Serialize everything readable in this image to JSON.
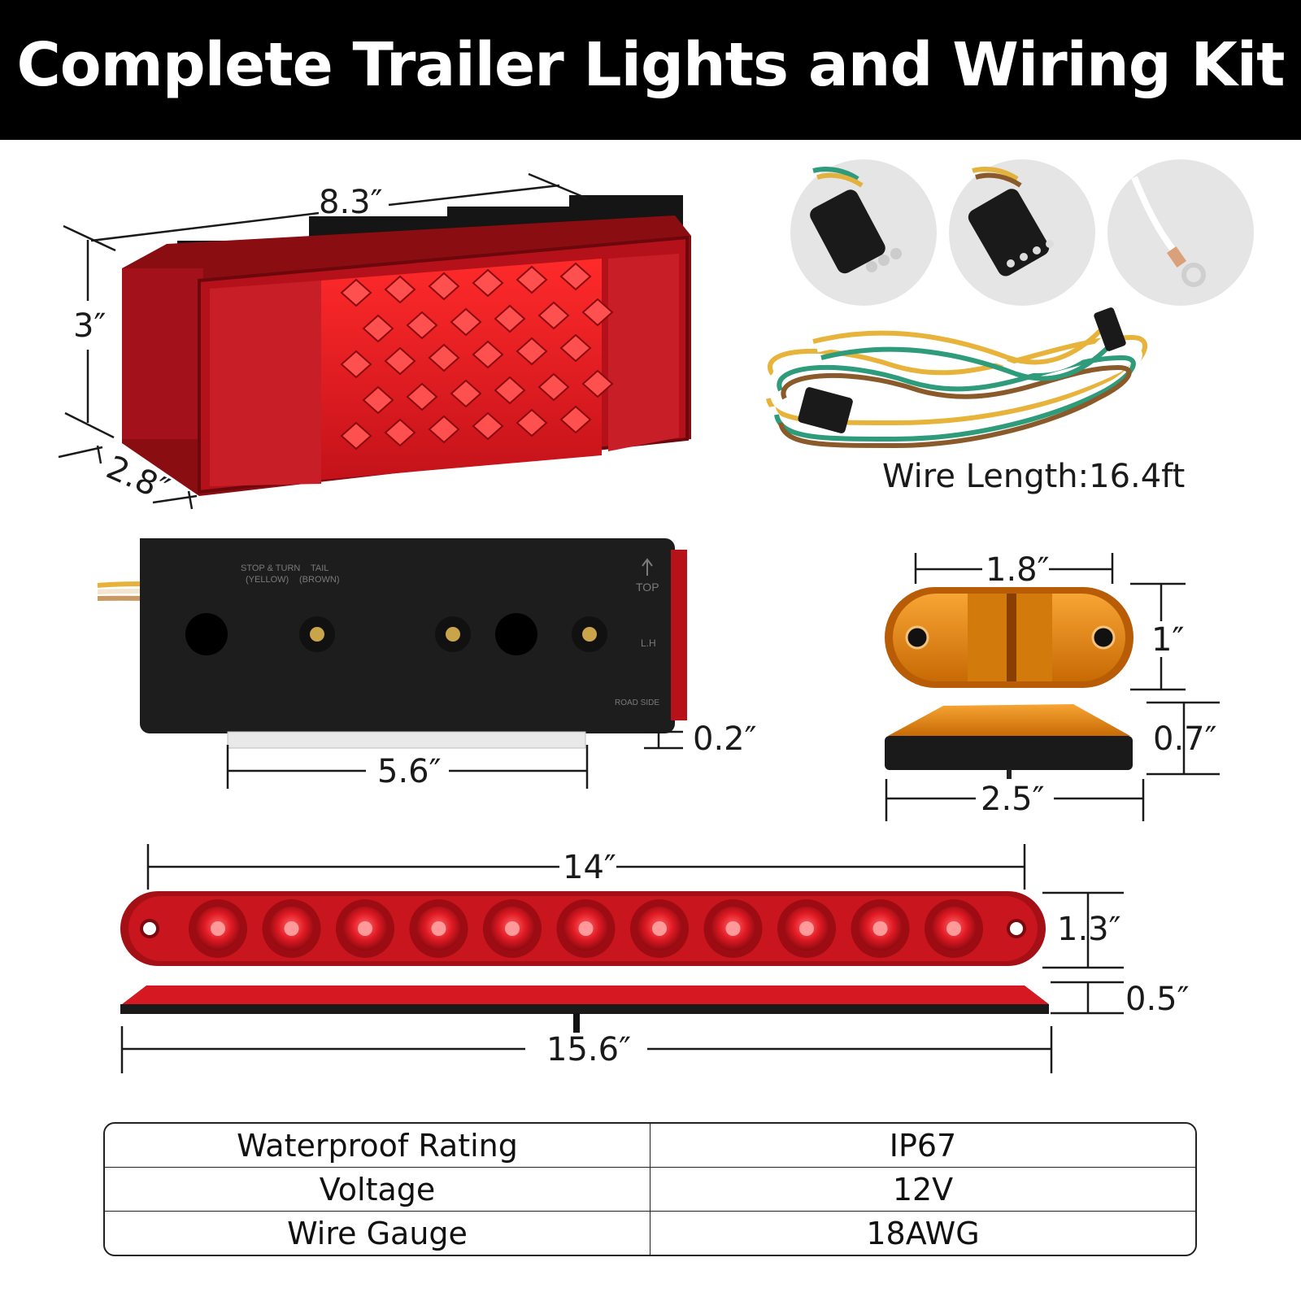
{
  "header": {
    "title": "Complete Trailer Lights and Wiring Kit"
  },
  "dimensions": {
    "tail_width": "8.3″",
    "tail_height": "3″",
    "tail_depth": "2.8″",
    "tail_rear_depth": "0.2″",
    "tail_mount_spacing": "5.6″",
    "marker_spacing": "1.8″",
    "marker_height": "1″",
    "marker_depth": "0.7″",
    "marker_width": "2.5″",
    "bar_spacing": "14″",
    "bar_height": "1.3″",
    "bar_depth": "0.5″",
    "bar_width": "15.6″"
  },
  "wire": {
    "length_label": "Wire Length:16.4ft"
  },
  "tail_back_labels": {
    "stop_turn": "STOP & TURN",
    "yellow": "(YELLOW)",
    "tail": "TAIL",
    "brown": "(BROWN)",
    "top": "TOP",
    "lh": "L.H",
    "road_side": "ROAD SIDE"
  },
  "specs": [
    {
      "label": "Waterproof Rating",
      "value": "IP67"
    },
    {
      "label": "Voltage",
      "value": "12V"
    },
    {
      "label": "Wire Gauge",
      "value": "18AWG"
    }
  ],
  "colors": {
    "banner": "#000000",
    "lamp_red": "#d11a22",
    "amber": "#f08a0a",
    "housing": "#1b1b1b"
  }
}
